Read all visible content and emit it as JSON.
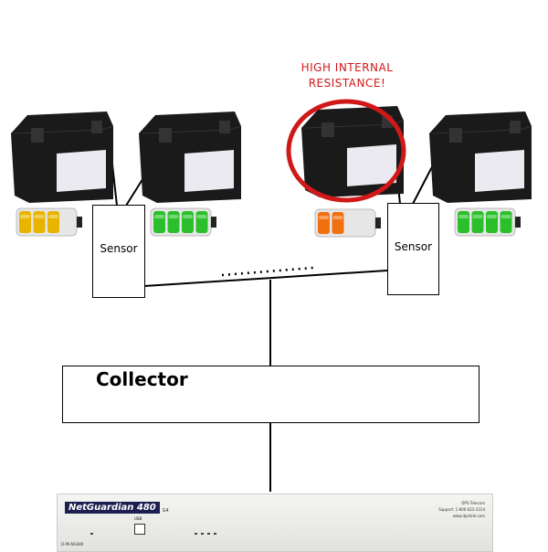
{
  "warning": {
    "line1": "HIGH INTERNAL",
    "line2": "RESISTANCE!",
    "color": "#d01818"
  },
  "sensors": [
    {
      "label": "Sensor"
    },
    {
      "label": "Sensor"
    }
  ],
  "batteries": [
    {
      "charge_fraction": 0.75,
      "color": "#e8b400"
    },
    {
      "charge_fraction": 1.0,
      "color": "#2bc02b"
    },
    {
      "charge_fraction": 0.5,
      "color": "#f07010"
    },
    {
      "charge_fraction": 1.0,
      "color": "#2bc02b"
    }
  ],
  "collector": {
    "label": "Collector"
  },
  "device": {
    "brand": "NetGuardian 480",
    "suffix": "G4",
    "support_line1": "DPS Telecom",
    "support_line2": "Support: 1-800-622-3314",
    "support_line3": "www.dpstele.com",
    "usb_label": "USB",
    "model": "D-PK-NG480"
  }
}
